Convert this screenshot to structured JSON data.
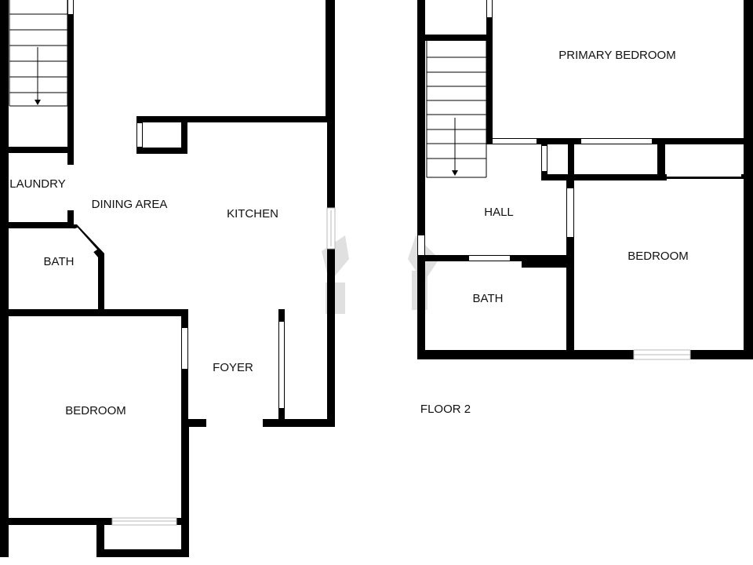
{
  "floor1": {
    "rooms": {
      "laundry": "LAUNDRY",
      "dining": "DINING AREA",
      "kitchen": "KITCHEN",
      "bath": "BATH",
      "foyer": "FOYER",
      "bedroom": "BEDROOM"
    }
  },
  "floor2": {
    "label": "FLOOR 2",
    "rooms": {
      "primary_bedroom": "PRIMARY BEDROOM",
      "hall": "HALL",
      "bedroom": "BEDROOM",
      "bath": "BATH"
    }
  },
  "colors": {
    "wall": "#000000",
    "background": "#ffffff",
    "window_edge": "#b8b8b8"
  }
}
